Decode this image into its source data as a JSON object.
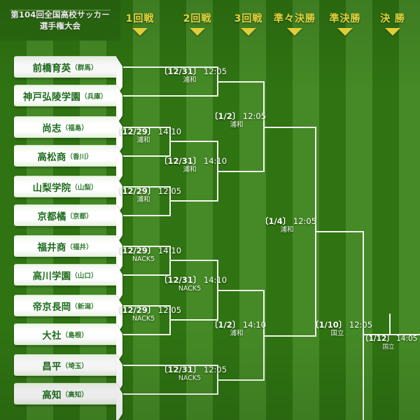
{
  "title": {
    "line1": "第104回全国高校サッカー",
    "line2": "選手権大会"
  },
  "rounds": [
    {
      "label": "1回戦",
      "icon": "chevron-down-icon"
    },
    {
      "label": "2回戦",
      "icon": "chevron-down-icon"
    },
    {
      "label": "3回戦",
      "icon": "chevron-down-icon"
    },
    {
      "label": "準々決勝",
      "icon": "chevron-down-icon"
    },
    {
      "label": "準決勝",
      "icon": "chevron-down-icon"
    },
    {
      "label": "決 勝",
      "icon": "chevron-down-icon"
    }
  ],
  "teams": [
    {
      "name": "前橋育英",
      "pref": "（群馬）"
    },
    {
      "name": "神戸弘陵学園",
      "pref": "（兵庫）"
    },
    {
      "name": "尚志",
      "pref": "（福島）"
    },
    {
      "name": "高松商",
      "pref": "（香川）"
    },
    {
      "name": "山梨学院",
      "pref": "（山梨）"
    },
    {
      "name": "京都橘",
      "pref": "（京都）"
    },
    {
      "name": "福井商",
      "pref": "（福井）"
    },
    {
      "name": "高川学園",
      "pref": "（山口）"
    },
    {
      "name": "帝京長岡",
      "pref": "（新潟）"
    },
    {
      "name": "大社",
      "pref": "（島根）"
    },
    {
      "name": "昌平",
      "pref": "（埼玉）"
    },
    {
      "name": "高知",
      "pref": "（高知）"
    }
  ],
  "matches": {
    "r1_a": {
      "date": "〔12/29〕",
      "time": "14:10",
      "venue": "浦和"
    },
    "r1_b": {
      "date": "〔12/29〕",
      "time": "12:05",
      "venue": "浦和"
    },
    "r1_c": {
      "date": "〔12/29〕",
      "time": "14:10",
      "venue": "NACK5"
    },
    "r1_d": {
      "date": "〔12/29〕",
      "time": "12:05",
      "venue": "NACK5"
    },
    "r2_a": {
      "date": "〔12/31〕",
      "time": "12:05",
      "venue": "浦和"
    },
    "r2_b": {
      "date": "〔12/31〕",
      "time": "14:10",
      "venue": "浦和"
    },
    "r2_c": {
      "date": "〔12/31〕",
      "time": "14:10",
      "venue": "NACK5"
    },
    "r2_d": {
      "date": "〔12/31〕",
      "time": "12:05",
      "venue": "NACK5"
    },
    "r3_a": {
      "date": "〔1/2〕",
      "time": "12:05",
      "venue": "浦和"
    },
    "r3_b": {
      "date": "〔1/2〕",
      "time": "14:10",
      "venue": "浦和"
    },
    "qf": {
      "date": "〔1/4〕",
      "time": "12:05",
      "venue": "浦和"
    },
    "sf": {
      "date": "〔1/10〕",
      "time": "12:05",
      "venue": "国立"
    },
    "final": {
      "date": "〔1/12〕",
      "time": "14:05",
      "venue": "国立"
    }
  },
  "colors": {
    "pitch_dark": "#2f7312",
    "pitch_light": "#458a26",
    "accent_yellow": "#f5e642",
    "line_white": "#f2fbee",
    "team_text": "#1d6b1d"
  }
}
